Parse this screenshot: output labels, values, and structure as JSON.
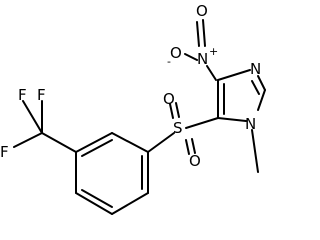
{
  "molecule": {
    "atoms": {
      "o_nitro_top": "O",
      "o_nitro_minus": "O",
      "o_minus_charge": "-",
      "n_nitro": "N",
      "n_plus_charge": "+",
      "n_ring_right": "N",
      "n_ring_methyl": "N",
      "s_sulfonyl": "S",
      "o_sulfonyl_top": "O",
      "o_sulfonyl_bottom": "O",
      "f_top_left": "F",
      "f_top_right": "F",
      "f_left": "F"
    }
  }
}
